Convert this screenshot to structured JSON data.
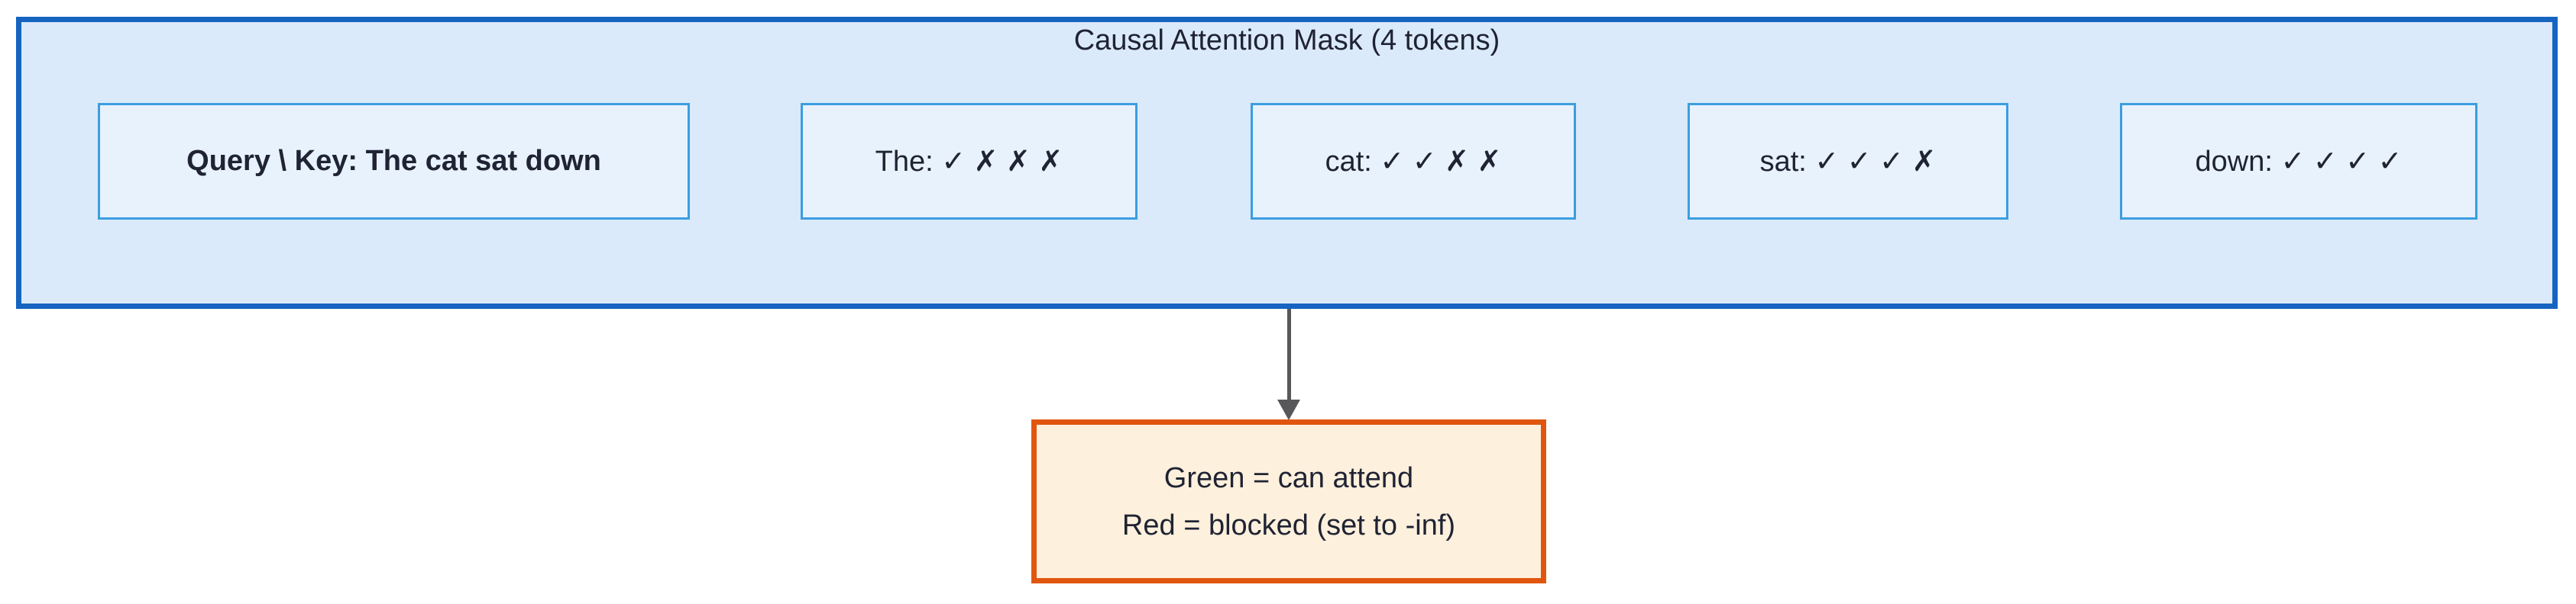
{
  "diagram": {
    "title": "Causal Attention Mask (4 tokens)",
    "query_key_box": {
      "label": "Query \\ Key: The cat sat down"
    },
    "token_boxes": [
      {
        "token": "The",
        "label": "The: ✓ ✗ ✗ ✗"
      },
      {
        "token": "cat",
        "label": "cat: ✓ ✓ ✗ ✗"
      },
      {
        "token": "sat",
        "label": "sat: ✓ ✓ ✓ ✗"
      },
      {
        "token": "down",
        "label": "down: ✓ ✓ ✓ ✓"
      }
    ],
    "legend": {
      "line1": "Green = can attend",
      "line2": "Red = blocked (set to -inf)"
    },
    "colors": {
      "container_border": "#1565c0",
      "container_fill": "#dbeafa",
      "box_border": "#3b9de0",
      "box_fill": "#e7f2fd",
      "legend_border": "#e0560e",
      "legend_fill": "#fdf0dc",
      "arrow": "#58585b",
      "text": "#1f2333"
    }
  }
}
